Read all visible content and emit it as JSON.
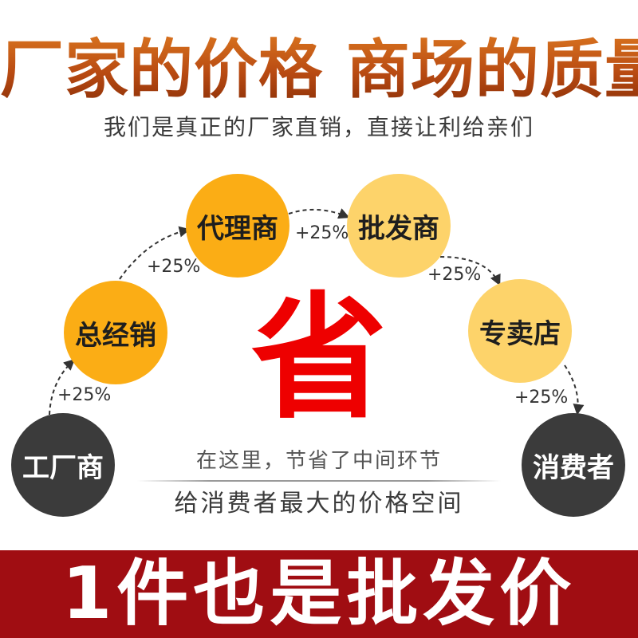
{
  "headline": {
    "part1": "厂家的价格",
    "part2": "商场的质量"
  },
  "subhead": "我们是真正的厂家直销，直接让利给亲们",
  "chain": {
    "nodes": [
      {
        "label": "工厂商",
        "style": "dark"
      },
      {
        "label": "总经销",
        "style": "orange"
      },
      {
        "label": "代理商",
        "style": "orange"
      },
      {
        "label": "批发商",
        "style": "light"
      },
      {
        "label": "专卖店",
        "style": "light"
      },
      {
        "label": "消费者",
        "style": "dark"
      }
    ],
    "markups": [
      "+25%",
      "+25%",
      "+25%",
      "+25%",
      "+25%"
    ]
  },
  "save_char": "省",
  "note_line1": "在这里，节省了中间环节",
  "note_line2": "给消费者最大的价格空间",
  "banner": "1件也是批发价",
  "colors": {
    "headline_gradient": [
      "#d9741f",
      "#8c3008"
    ],
    "dark_circle": "#3b3b3b",
    "orange_circle": "#fbad15",
    "light_circle": "#fdd36a",
    "save_red": "#ee0000",
    "banner_red": "#a00d12"
  }
}
